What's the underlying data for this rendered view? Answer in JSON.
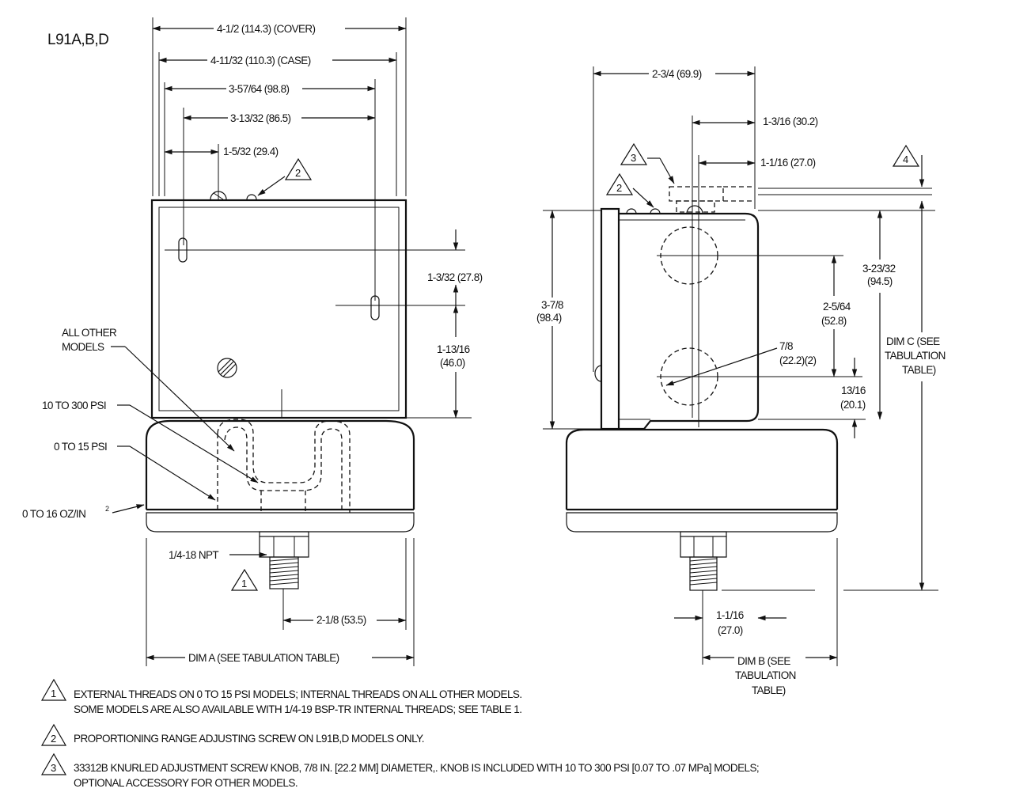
{
  "model_title": "L91A,B,D",
  "front_view": {
    "dim_cover": "4-1/2  (114.3)  (COVER)",
    "dim_case": "4-11/32  (110.3)  (CASE)",
    "dim_3_57_64": "3-57/64 (98.8)",
    "dim_3_13_32": "3-13/32 (86.5)",
    "dim_1_5_32": "1-5/32 (29.4)",
    "dim_1_3_32": "1-3/32 (27.8)",
    "dim_1_13_16_a": "1-13/16",
    "dim_1_13_16_b": "(46.0)",
    "label_all_other_a": "ALL OTHER",
    "label_all_other_b": "MODELS",
    "label_10_300": "10 TO 300 PSI",
    "label_0_15": "0 TO 15 PSI",
    "label_0_16": "0 TO 16  OZ/IN",
    "label_0_16_sup": "2",
    "label_npt": "1/4-18 NPT",
    "dim_2_1_8": "2-1/8 (53.5)",
    "dim_a": "DIM  A  (SEE  TABULATION TABLE)"
  },
  "side_view": {
    "dim_2_3_4": "2-3/4  (69.9)",
    "dim_1_3_16": "1-3/16  (30.2)",
    "dim_1_1_16_top": "1-1/16  (27.0)",
    "dim_3_7_8_a": "3-7/8",
    "dim_3_7_8_b": "(98.4)",
    "dim_3_23_32_a": "3-23/32",
    "dim_3_23_32_b": "(94.5)",
    "dim_2_5_64_a": "2-5/64",
    "dim_2_5_64_b": "(52.8)",
    "dim_7_8_a": "7/8",
    "dim_7_8_b": "(22.2)(2)",
    "dim_13_16_a": "13/16",
    "dim_13_16_b": "(20.1)",
    "dim_c_a": "DIM C  (SEE",
    "dim_c_b": "TABULATION",
    "dim_c_c": "TABLE)",
    "dim_1_1_16_bot_a": "1-1/16",
    "dim_1_1_16_bot_b": "(27.0)",
    "dim_b_a": "DIM B  (SEE",
    "dim_b_b": "TABULATION",
    "dim_b_c": "TABLE)"
  },
  "callouts": {
    "n1": "1",
    "n2": "2",
    "n3": "3",
    "n4": "4"
  },
  "notes": [
    {
      "num": "1",
      "line1": "EXTERNAL THREADS ON 0 TO 15 PSI MODELS; INTERNAL THREADS ON ALL OTHER MODELS.",
      "line2": "SOME MODELS ARE ALSO AVAILABLE WITH 1/4-19 BSP-TR INTERNAL THREADS; SEE TABLE 1."
    },
    {
      "num": "2",
      "line1": "PROPORTIONING RANGE ADJUSTING SCREW ON L91B,D MODELS ONLY.",
      "line2": ""
    },
    {
      "num": "3",
      "line1": "33312B KNURLED ADJUSTMENT SCREW KNOB, 7/8 IN. [22.2 MM] DIAMETER,. KNOB IS INCLUDED WITH 10 TO 300 PSI [0.07 TO .07 MPa] MODELS;",
      "line2": "OPTIONAL ACCESSORY FOR OTHER MODELS."
    }
  ]
}
